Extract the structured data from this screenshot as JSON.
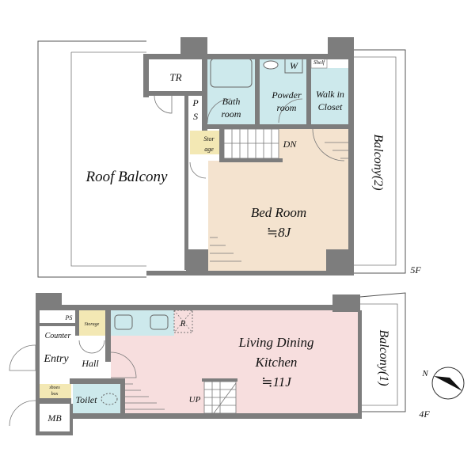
{
  "colors": {
    "wall": "#7d7d7d",
    "wet": "#cde9ec",
    "bedroom": "#f4e3cf",
    "ldk": "#f7dede",
    "storage": "#f3e8b4"
  },
  "upper_floor": {
    "level": "5F",
    "rooms": {
      "roof_balcony": "Roof Balcony",
      "tr": "TR",
      "ps_p": "P",
      "ps_s": "S",
      "bath_1": "Bath",
      "bath_2": "room",
      "powder_1": "Powder",
      "powder_2": "room",
      "washer": "W",
      "shelf": "Shelf",
      "closet_1": "Walk in",
      "closet_2": "Closet",
      "storage_1": "Stor",
      "storage_2": "age",
      "stairs": "DN",
      "bedroom": "Bed Room",
      "bedroom_size": "≒8J",
      "balcony": "Balcony(2)"
    }
  },
  "lower_floor": {
    "level": "4F",
    "rooms": {
      "ps": "PS",
      "storage": "Storage",
      "counter": "Counter",
      "entry": "Entry",
      "hall": "Hall",
      "shoes_1": "shoes",
      "shoes_2": "box",
      "mb": "MB",
      "toilet": "Toilet",
      "fridge": "R",
      "ldk_1": "Living Dining",
      "ldk_2": "Kitchen",
      "ldk_size": "≒11J",
      "stairs": "UP",
      "balcony": "Balcony(1)"
    }
  },
  "compass": {
    "label": "N"
  }
}
